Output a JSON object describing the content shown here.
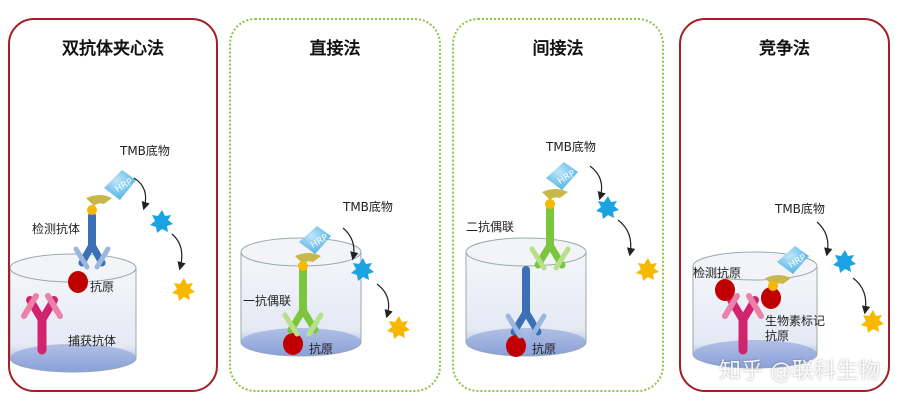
{
  "panels": [
    {
      "title": "双抗体夹心法",
      "labels": {
        "substrate": "TMB底物",
        "detect": "检测抗体",
        "antigen": "抗原",
        "capture": "捕获抗体"
      }
    },
    {
      "title": "直接法",
      "labels": {
        "substrate": "TMB底物",
        "primary": "一抗偶联",
        "antigen": "抗原"
      }
    },
    {
      "title": "间接法",
      "labels": {
        "substrate": "TMB底物",
        "secondary": "二抗偶联",
        "antigen": "抗原"
      }
    },
    {
      "title": "竞争法",
      "labels": {
        "substrate": "TMB底物",
        "detect_antigen": "检测抗原",
        "biotin_antigen": "生物素标记抗原"
      }
    }
  ],
  "hrp_label": "HRP",
  "watermark": "知乎 @联科生物",
  "colors": {
    "red_border": "#a41f24",
    "green_border": "#8cc63f",
    "hrp": "#5bb8e8",
    "blue_star": "#1aa3e0",
    "yellow_star": "#f6b800",
    "antigen": "#c00000"
  }
}
